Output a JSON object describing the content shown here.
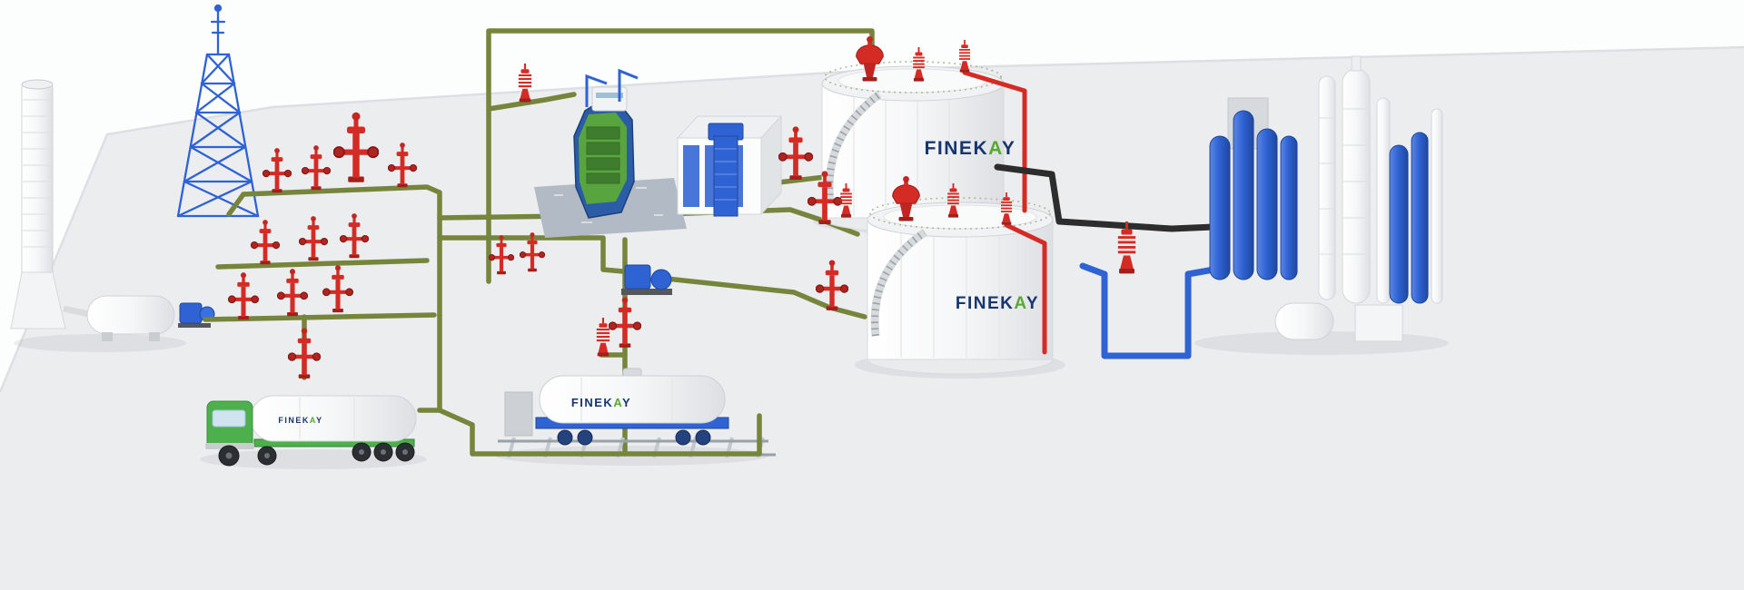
{
  "brand": {
    "part1": "FINEK",
    "part2": "A",
    "part3": "Y"
  },
  "colors": {
    "pipe_green": "#75863c",
    "valve_red": "#d42b25",
    "machine_blue": "#2f63d4",
    "brand_navy": "#17356e",
    "brand_green": "#58a832",
    "black_pipe": "#2d2d2d",
    "ground": "#ebedef",
    "truck_green": "#4db04d"
  }
}
